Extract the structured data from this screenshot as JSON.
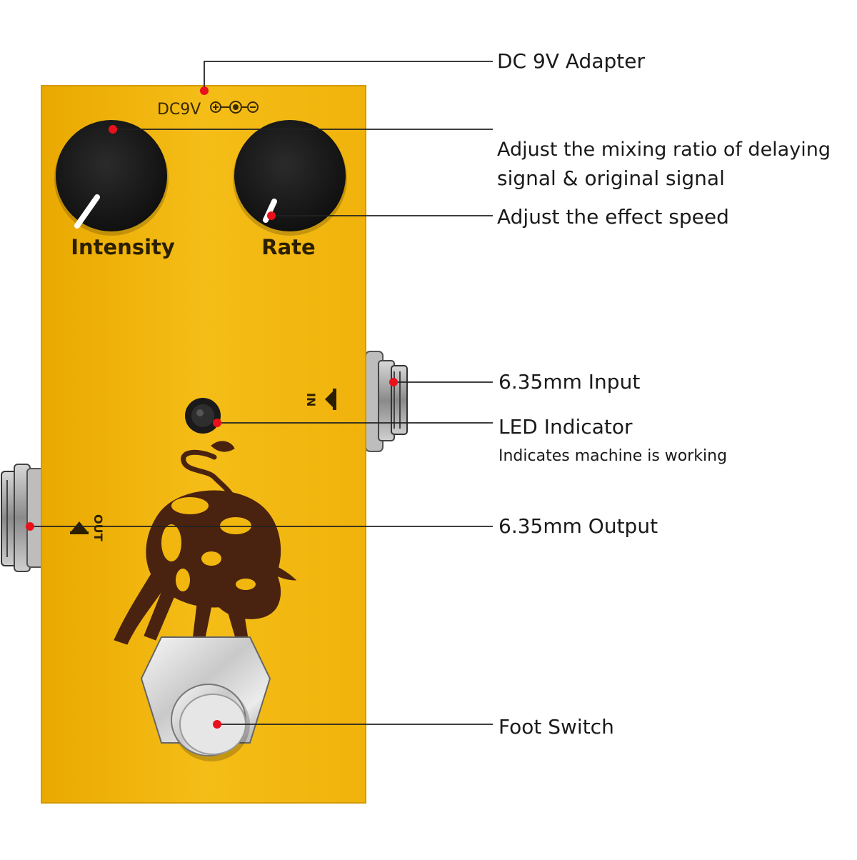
{
  "pedal": {
    "power_label": "DC9V",
    "knob_left_label": "Intensity",
    "knob_right_label": "Rate",
    "input_jack_label": "IN",
    "output_jack_label": "OUT"
  },
  "annotations": {
    "dc_adapter": "DC 9V Adapter",
    "intensity_line1": "Adjust the mixing ratio of delaying",
    "intensity_line2": "signal & original signal",
    "rate": "Adjust the effect speed",
    "input": "6.35mm Input",
    "led_title": "LED Indicator",
    "led_subtitle": "Indicates machine is working",
    "output": "6.35mm Output",
    "foot_switch": "Foot Switch"
  },
  "colors": {
    "pedal_body": "#f2b70f",
    "pedal_edge": "#e3a600",
    "knob": "#1c1c1c",
    "marker_dot": "#e8111b",
    "bull": "#4a2310",
    "leader_line": "#222222"
  }
}
